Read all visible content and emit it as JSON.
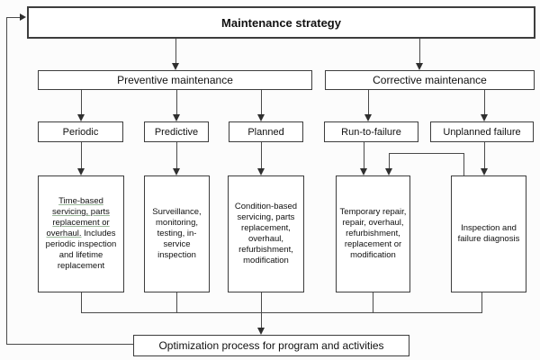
{
  "diagram": {
    "title": "Maintenance strategy",
    "branches": {
      "preventive": {
        "label": "Preventive maintenance"
      },
      "corrective": {
        "label": "Corrective maintenance"
      }
    },
    "types": {
      "periodic": {
        "label": "Periodic"
      },
      "predictive": {
        "label": "Predictive"
      },
      "planned": {
        "label": "Planned"
      },
      "run_to_failure": {
        "label": "Run-to-failure"
      },
      "unplanned_failure": {
        "label": "Unplanned failure"
      }
    },
    "details": {
      "periodic": {
        "underlined": "Time-based servicing, parts replacement or overhaul.",
        "rest": "Includes periodic inspection and lifetime replacement"
      },
      "predictive": {
        "text": "Surveillance, monitoring, testing, in-service inspection"
      },
      "planned": {
        "text": "Condition-based servicing, parts replacement, overhaul, refurbishment, modification"
      },
      "run_to_failure": {
        "text": "Temporary repair, repair, overhaul, refurbishment, replacement or modification"
      },
      "unplanned_failure": {
        "text": "Inspection and failure diagnosis"
      }
    },
    "footer": {
      "label": "Optimization process for program and activities"
    },
    "colors": {
      "background": "#fcfcfc",
      "box_fill": "#ffffff",
      "border": "#3d3d3d",
      "line": "#4a4a4a",
      "text": "#111111",
      "underline": "#9ab89a"
    }
  }
}
